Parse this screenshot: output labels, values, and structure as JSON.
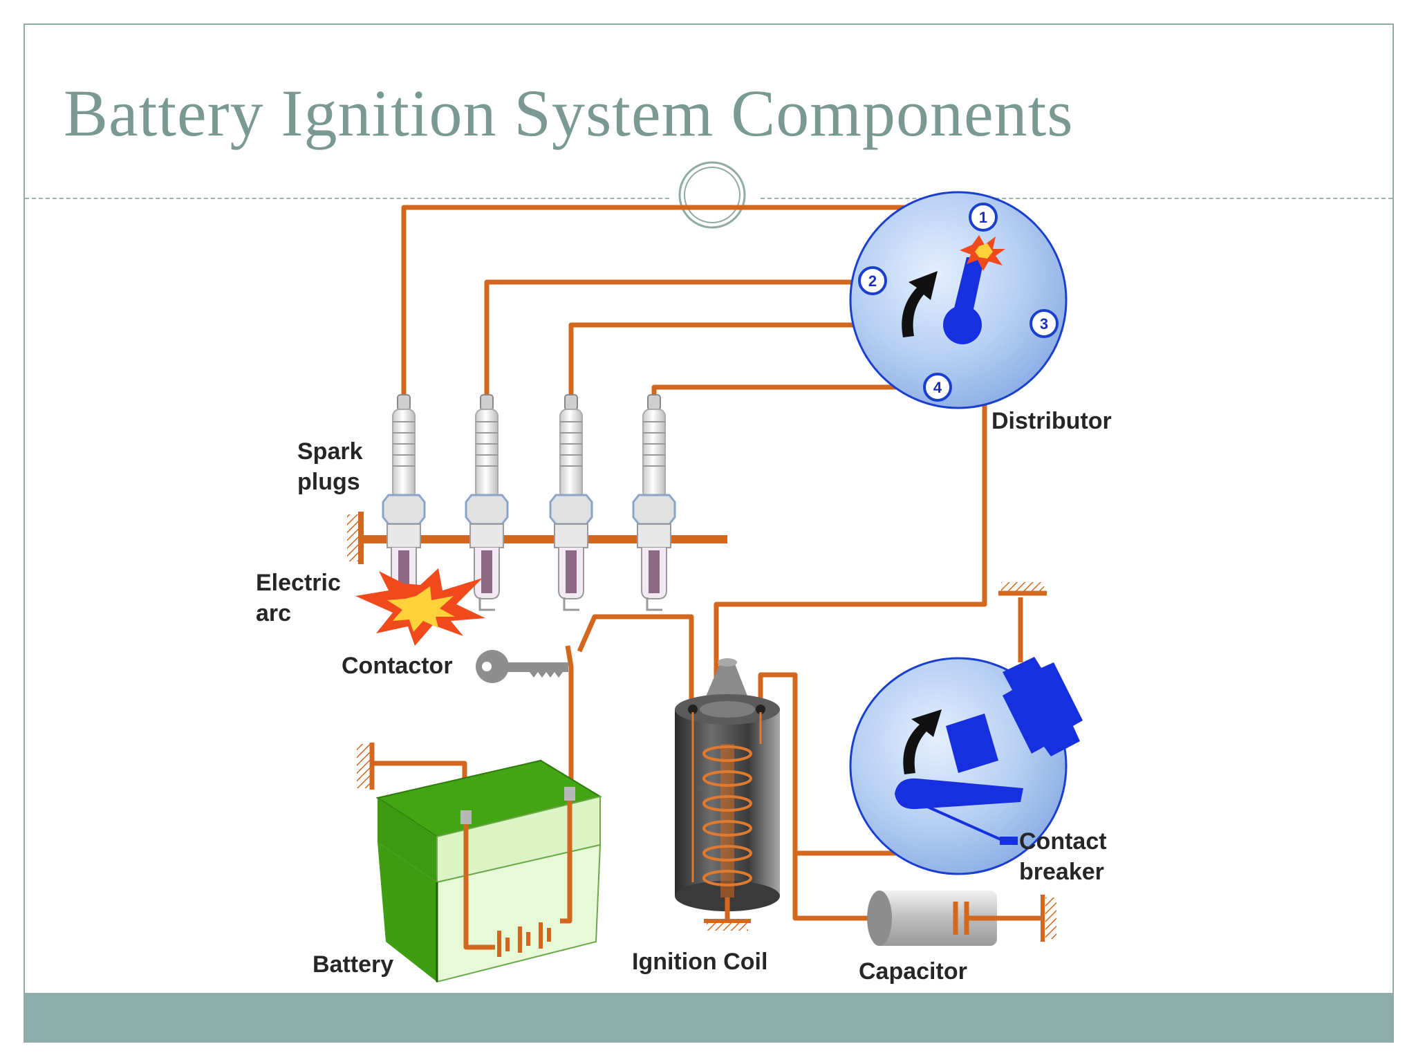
{
  "slide": {
    "title": "Battery Ignition System Components"
  },
  "diagram": {
    "labels": {
      "spark_plugs_line1": "Spark",
      "spark_plugs_line2": "plugs",
      "electric_arc_line1": "Electric",
      "electric_arc_line2": "arc",
      "distributor": "Distributor",
      "contactor": "Contactor",
      "battery": "Battery",
      "ignition_coil": "Ignition Coil",
      "capacitor": "Capacitor",
      "contact_breaker_line1": "Contact",
      "contact_breaker_line2": "breaker"
    },
    "distributor_terminals": [
      "1",
      "2",
      "3",
      "4"
    ]
  },
  "colors": {
    "title": "#7a9993",
    "footer_bar": "#8eaca8",
    "wire": "#d4671e",
    "distributor_disc": "#b3cdf0",
    "rotor": "#1630e0",
    "battery_green": "#44a514",
    "battery_light": "#e6f8d6"
  }
}
